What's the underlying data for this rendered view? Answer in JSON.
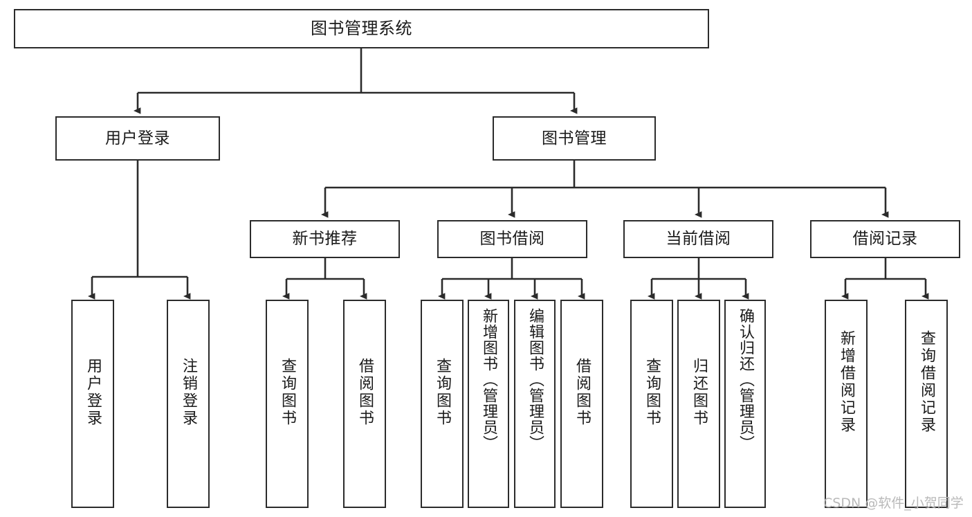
{
  "diagram": {
    "type": "tree",
    "title": "图书管理系统",
    "orientation": "top-down",
    "colors": {
      "box_border": "#2b2b2b",
      "box_fill": "#ffffff",
      "edge": "#2b2b2b",
      "text": "#1a1a1a",
      "watermark": "#b9b9b9",
      "background": "#ffffff"
    },
    "levels": {
      "root": "图书管理系统",
      "level2": [
        "用户登录",
        "图书管理"
      ],
      "level3": [
        "新书推荐",
        "图书借阅",
        "当前借阅",
        "借阅记录"
      ],
      "level4_groups": [
        {
          "parent": "用户登录",
          "items": [
            "用户登录",
            "注销登录"
          ]
        },
        {
          "parent": "新书推荐",
          "items": [
            "查询图书",
            "借阅图书"
          ]
        },
        {
          "parent": "图书借阅",
          "items": [
            "查询图书",
            "新增图书（管理员）",
            "编辑图书（管理员）",
            "借阅图书"
          ]
        },
        {
          "parent": "当前借阅",
          "items": [
            "查询图书",
            "归还图书",
            "确认归还（管理员）"
          ]
        },
        {
          "parent": "借阅记录",
          "items": [
            "新增借阅记录",
            "查询借阅记录"
          ]
        }
      ]
    }
  },
  "nodes": {
    "root": {
      "label": "图书管理系统"
    },
    "user_login": {
      "label": "用户登录"
    },
    "book_manage": {
      "label": "图书管理"
    },
    "new_book_rec": {
      "label": "新书推荐"
    },
    "book_borrow": {
      "label": "图书借阅"
    },
    "current_borrow": {
      "label": "当前借阅"
    },
    "borrow_record": {
      "label": "借阅记录"
    },
    "leaf_user_login": {
      "label": "用户登录"
    },
    "leaf_user_logout": {
      "label": "注销登录"
    },
    "leaf_rec_query": {
      "label": "查询图书"
    },
    "leaf_rec_borrow": {
      "label": "借阅图书"
    },
    "leaf_bb_query": {
      "label": "查询图书"
    },
    "leaf_bb_add": {
      "label": "新增图书（管理员）"
    },
    "leaf_bb_edit": {
      "label": "编辑图书（管理员）"
    },
    "leaf_bb_borrow": {
      "label": "借阅图书"
    },
    "leaf_cb_query": {
      "label": "查询图书"
    },
    "leaf_cb_return": {
      "label": "归还图书"
    },
    "leaf_cb_confirm": {
      "label": "确认归还（管理员）"
    },
    "leaf_br_add": {
      "label": "新增借阅记录"
    },
    "leaf_br_query": {
      "label": "查询借阅记录"
    }
  },
  "watermark": {
    "text": "CSDN @软件_小贺同学"
  }
}
